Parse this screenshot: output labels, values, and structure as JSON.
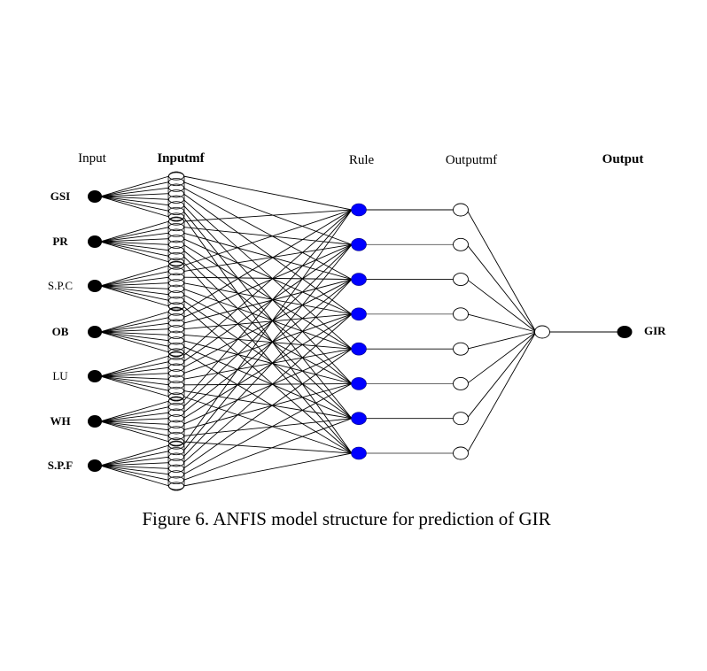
{
  "diagram": {
    "title": "ANFIS model structure",
    "columns": {
      "input": "Input",
      "inputmf": "Inputmf",
      "rule": "Rule",
      "outputmf": "Outputmf",
      "output": "Output"
    },
    "inputs": [
      {
        "label": "GSI",
        "bold": true
      },
      {
        "label": "PR",
        "bold": true
      },
      {
        "label": "S.P.C",
        "bold": false
      },
      {
        "label": "OB",
        "bold": true
      },
      {
        "label": "LU",
        "bold": false
      },
      {
        "label": "WH",
        "bold": true
      },
      {
        "label": "S.P.F",
        "bold": true
      }
    ],
    "mfs_per_input": 8,
    "rule_count": 8,
    "outputmf_count": 8,
    "output": {
      "label": "GIR"
    },
    "colors": {
      "input_node": "#000000",
      "rule_node": "#0000ff",
      "outputmf_node": "#ffffff",
      "output_node": "#000000",
      "edge": "#000000"
    }
  },
  "caption": "Figure 6. ANFIS model structure for prediction of GIR"
}
